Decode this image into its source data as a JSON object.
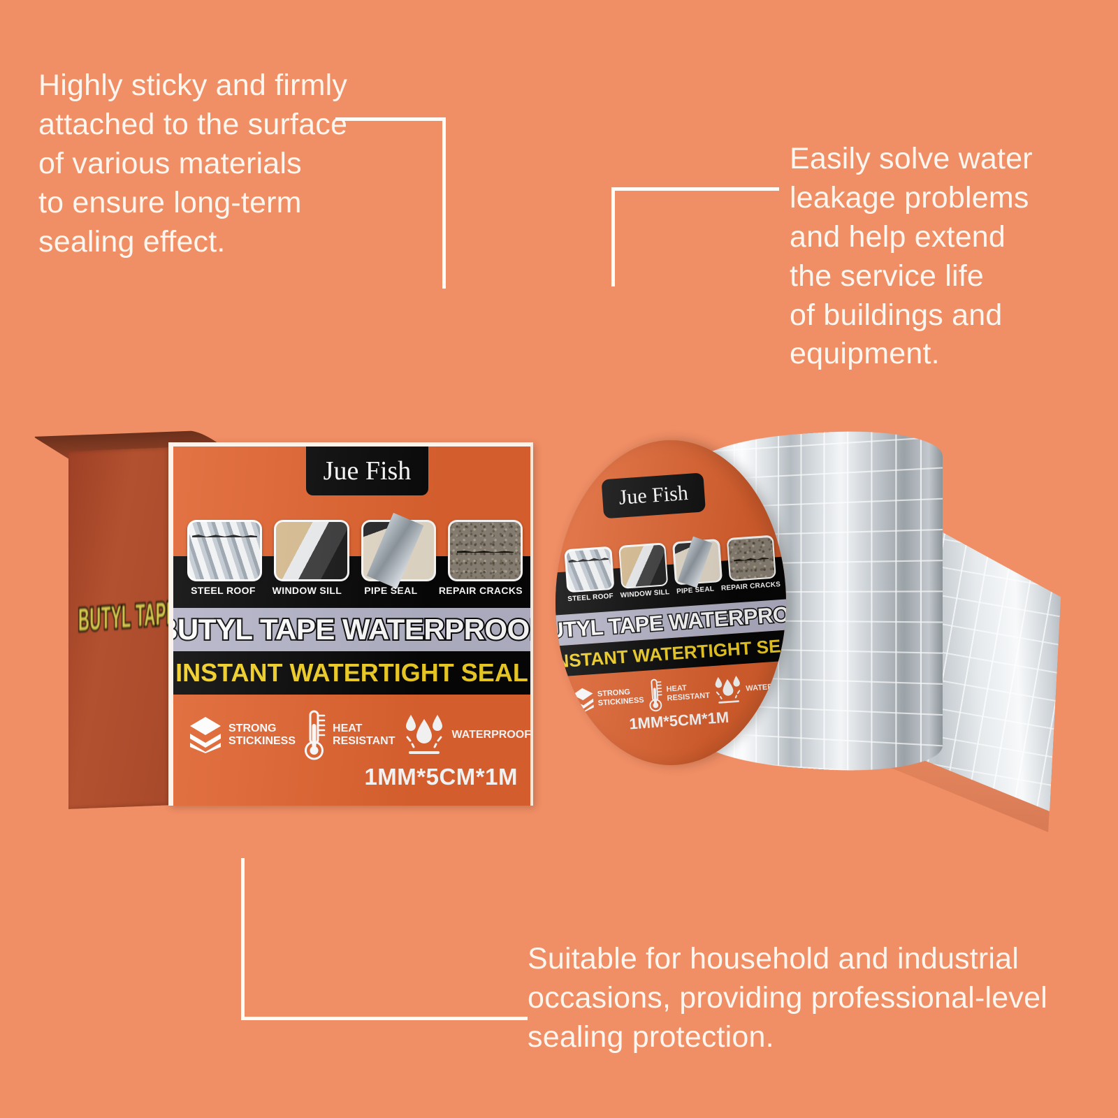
{
  "background_color": "#F08E65",
  "callouts": {
    "top_left": "Highly sticky and firmly\nattached to the surface\nof various materials\nto ensure long-term\nsealing effect.",
    "top_right": "Easily solve water\nleakage problems\nand help extend\nthe service life\nof buildings and\nequipment.",
    "bottom": "Suitable for household and industrial\noccasions, providing professional-level\nsealing protection."
  },
  "product": {
    "brand": "Jue Fish",
    "title": "BUTYL TAPE WATERPROOF",
    "subtitle": "INSTANT WATERTIGHT SEAL",
    "size": "1MM*5CM*1M",
    "side_panel_label": "BUTYL TAPE",
    "use_cases": [
      {
        "label": "STEEL ROOF",
        "icon": "steel-roof-photo"
      },
      {
        "label": "WINDOW SILL",
        "icon": "window-sill-photo"
      },
      {
        "label": "PIPE SEAL",
        "icon": "pipe-seal-photo"
      },
      {
        "label": "REPAIR CRACKS",
        "icon": "repair-cracks-photo"
      }
    ],
    "features": [
      {
        "label": "STRONG\nSTICKINESS",
        "icon": "layers-icon"
      },
      {
        "label": "HEAT\nRESISTANT",
        "icon": "thermometer-icon"
      },
      {
        "label": "WATERPROOF",
        "icon": "water-drops-icon"
      }
    ],
    "colors": {
      "panel_orange": "#E0632F",
      "side_panel": "#A8492B",
      "title_band": "#B4B4C8",
      "subtitle_band": "#060606",
      "subtitle_text": "#F2D024",
      "brand_tag": "#0A0A0A",
      "tape_silver": "#D9DEE2"
    }
  }
}
